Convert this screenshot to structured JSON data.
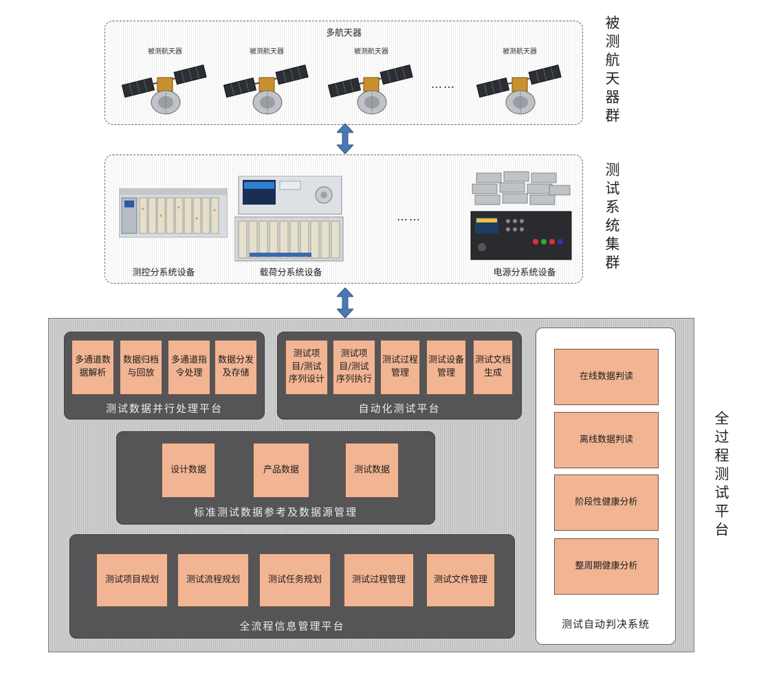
{
  "spacecraft_group": {
    "title": "多航天器",
    "side_label": "被测航天器群",
    "spacecraft_labels": [
      "被测航天器",
      "被测航天器",
      "被测航天器",
      "被测航天器"
    ],
    "ellipsis": "……"
  },
  "test_cluster": {
    "side_label": "测试系统集群",
    "devices": [
      "测控分系统设备",
      "载荷分系统设备",
      "电源分系统设备"
    ],
    "ellipsis": "……"
  },
  "platform": {
    "side_label": "全过程测试平台",
    "parallel": {
      "caption": "测试数据并行处理平台",
      "items": [
        "多通道数据解析",
        "数据归档与回放",
        "多通道指令处理",
        "数据分发及存储"
      ]
    },
    "automation": {
      "caption": "自动化测试平台",
      "items": [
        "测试项目/测试序列设计",
        "测试项目/测试序列执行",
        "测试过程管理",
        "测试设备管理",
        "测试文档生成"
      ]
    },
    "standard": {
      "caption": "标准测试数据参考及数据源管理",
      "items": [
        "设计数据",
        "产品数据",
        "测试数据"
      ]
    },
    "info": {
      "caption": "全流程信息管理平台",
      "items": [
        "测试项目规划",
        "测试流程规划",
        "测试任务规划",
        "测试过程管理",
        "测试文件管理"
      ]
    },
    "judge": {
      "caption": "测试自动判决系统",
      "items": [
        "在线数据判读",
        "离线数据判读",
        "阶段性健康分析",
        "整周期健康分析"
      ]
    }
  },
  "colors": {
    "orange_box": "#f2b594",
    "dark_panel": "#555557",
    "arrow": "#4a78b0"
  }
}
